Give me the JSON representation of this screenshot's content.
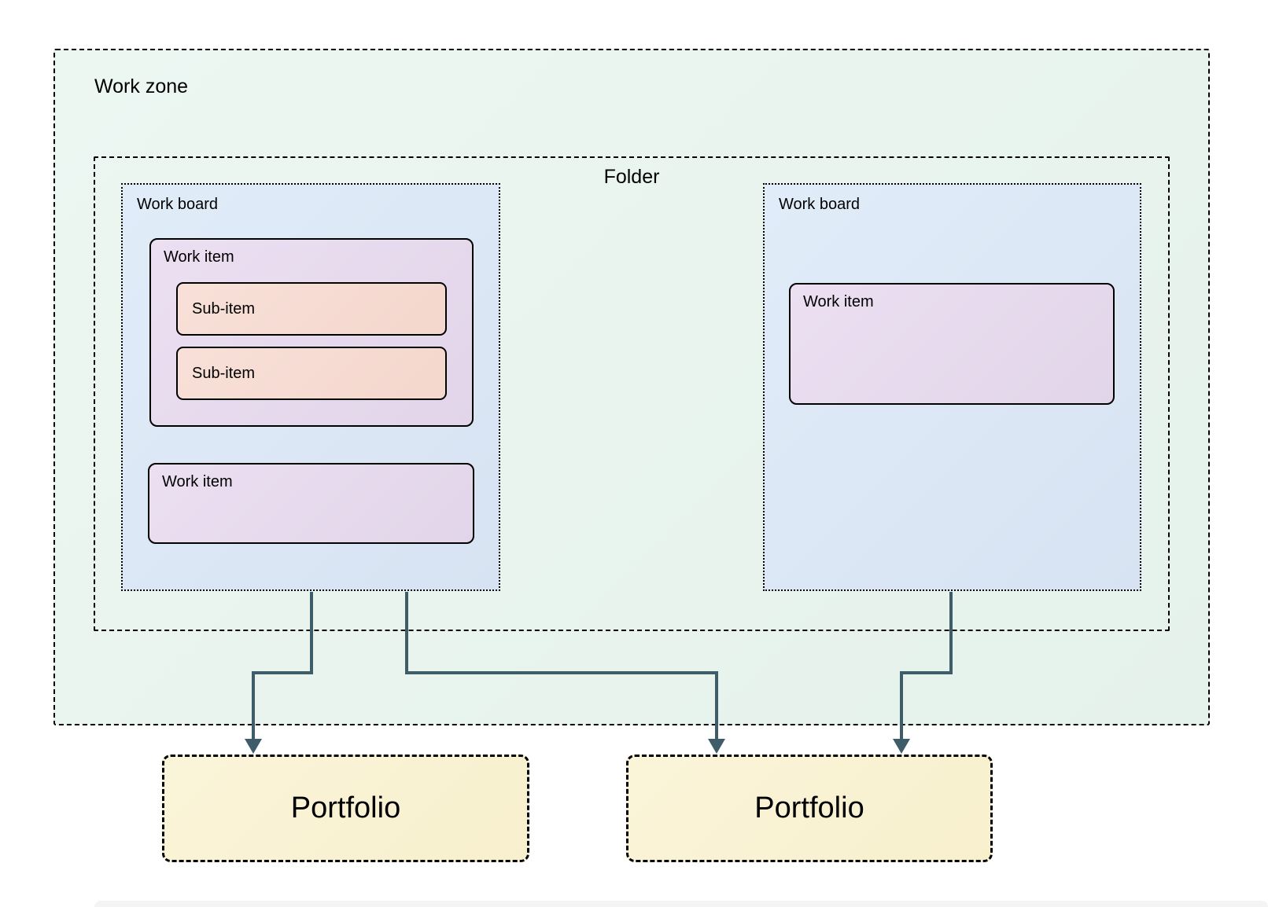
{
  "work_zone": {
    "label": "Work zone"
  },
  "folder": {
    "label": "Folder"
  },
  "boards": [
    {
      "label": "Work board",
      "items": [
        {
          "label": "Work item",
          "sub_items": [
            {
              "label": "Sub-item"
            },
            {
              "label": "Sub-item"
            }
          ]
        },
        {
          "label": "Work item"
        }
      ]
    },
    {
      "label": "Work board",
      "items": [
        {
          "label": "Work item"
        }
      ]
    }
  ],
  "portfolios": [
    {
      "label": "Portfolio"
    },
    {
      "label": "Portfolio"
    }
  ],
  "colors": {
    "zone_fill": "#eaf4ef",
    "board_fill": "#dde9f6",
    "item_fill": "#e7dcee",
    "sub_item_fill": "#f6ddd5",
    "portfolio_fill": "#f9f2d4",
    "connector": "#3f5c69",
    "border": "#000000"
  }
}
